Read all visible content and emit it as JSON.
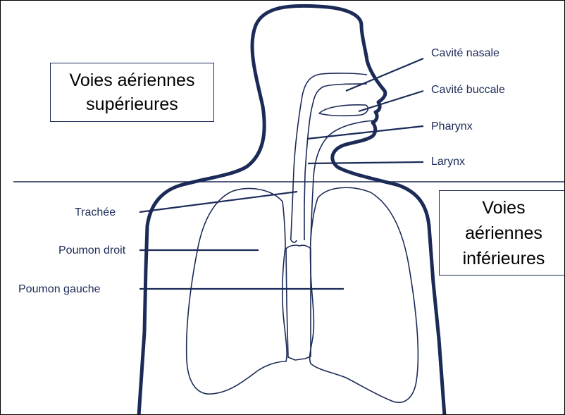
{
  "colors": {
    "line": "#1b2a57",
    "text": "#1b2a57",
    "box_text": "#000000",
    "background": "#ffffff"
  },
  "regions": {
    "upper": [
      "Voies aériennes",
      "supérieures"
    ],
    "lower": [
      "Voies",
      "aériennes",
      "inférieures"
    ]
  },
  "labels": {
    "nasal_cavity": "Cavité nasale",
    "oral_cavity": "Cavité buccale",
    "pharynx": "Pharynx",
    "larynx": "Larynx",
    "trachea": "Trachée",
    "right_lung": "Poumon droit",
    "left_lung": "Poumon gauche"
  }
}
